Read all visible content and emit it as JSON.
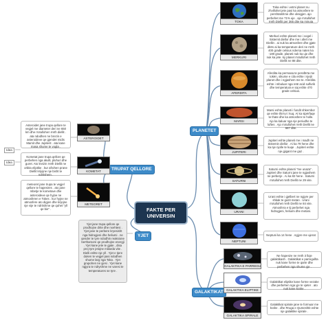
{
  "center": {
    "line1": "FAKTE PER",
    "line2": "UNIVERSIN"
  },
  "categories": {
    "planetet": "PLANETET",
    "trupat": "TRUPAT QELLORE",
    "yjet": "YJET",
    "galaktikat": "GALAKTIKAT"
  },
  "planets": [
    {
      "name": "TOKA",
      "text": "Toka eshte i vetmi planet nu zhvillohet jete pasi ka atmosfere te pershtatshme dhe oksigjen. ajo perbehet me 71% uje . ajo rrotullohet rreth Diellit per 365 dite 6a minuta",
      "color": "#2f6fc0"
    },
    {
      "name": "MERKURI",
      "text": "Merkuri eshte planeti me i vogel i Sistemit diellor dhe me i afert me Diellin . ai nuk ka atmosfere dhe gjate ditës ai ka temperature deri ne rreth 400 gradë celsius ndersa naten ka -180 grade. planeti nuk ka uje dhe nuk ka jete. ky planet rrotullohet rreth Diellit ne 88 dite.",
      "color": "#b5a48a"
    },
    {
      "name": "AFERDITA",
      "text": "Aferdita ka permasa te perafërta me tokën, sikurse e cila eshte i njejti planet dhe i ngjashem me te. Aferdita eshte i mbuluar nga retë acid sulfurik dhe temperatura e saj eshte 470 grade celsius.",
      "color": "#d98a2b"
    },
    {
      "name": "MARSI",
      "text": "Marsi eshte planeti i fundit shkembor qe eshte thirrur i kuq. Ai ka sipërfaqe te thate dhe ka atmosfere te holle. Ajo ka kaluar nga nje periudhe te luftes . Ajo rrotullohet rreth Diellit ne 687 dite.",
      "color": "#c0542e"
    },
    {
      "name": "JUPITERI",
      "text": "Jupiteri eshte planeti me i madh ne Sistemin diellor . Ai ka 79 hene dhe ka nje njolle te kuqe . Jupiteri eshte nje gjigant me gaz .",
      "color": "#c9a57a"
    },
    {
      "name": "SATURNI",
      "text": "Saturni eshte planeti \"me unaza\" . Jupiteri dhe Saturni jane te ngjashem ne perberje . Ai ka 82 hene . Saturni rrotullohet rreth Diellit ne 29 vite.",
      "color": "#d7c28c"
    },
    {
      "name": "URANI",
      "text": "Urani eshte i gjelbert ne ngjyre per shkak te gazit metan . Urani rrotullohet rreth Diellit ne 84 vite. Atmosfera e tij perbehet nga hidrogjeni, heliumi dhe metani.",
      "color": "#8fd1d6"
    },
    {
      "name": "NEPTUNI",
      "text": "Neptuni ka 14 hene . ngjyre me ujerat",
      "color": "#3d6fe0"
    }
  ],
  "trupat": [
    {
      "name": "ASTEROIDET",
      "text": "Asteroidet jane trupa qellore te vegjel me diameter deri ne 650 km dhe rrotullohen rreth diellit . ata ndodhen ne brezin e asteroideve qe gjendet midis Marsit dhe Jupiterit . ata kane masa shume te vogla .",
      "tag": "Idea"
    },
    {
      "name": "KOMETAT",
      "text": "Kometat jane trupa qellore qe perbehen nga akulli, pluhuri dhe guret. Ato levizin rreth Diellit ne orbita eliptike . kur afrohen prane Diellit krijojne nje bisht te ndritshem .",
      "tag": "Idea"
    },
    {
      "name": "METEORET",
      "text": "meteoret jane trupa te vegjel qellore te hapesires . ato jane mbetje te kometave dhe asteroideve qe hyjne ne atmosferen e Tokes . kur hyjne ne atmosfere ato digjen dhe krijojne nje vije te ndritshme qe quhet \"yll qe bie\" .",
      "tag": ""
    }
  ],
  "yjet": {
    "text": "Yjet jane trupa qellore qe prodhojne drite dhe nxehtesi . Yjet jane te perbere kryesisht nga hidrogjeni dhe heliumi . ne qender te tyre ndodhin reaksione berthamore qe prodhojne energji . Yjet kane jete te gjate , disa prej tyre jetojne miliarda vite . Dielli eshte nje yll . Yjet e tjere duken te vegjel pasi ndodhen shume larg nga Toka . Yjet grupohen ne yjesi . Yjet kane ngjyra te ndryshme ne varesi te temperatures se tyre ."
  },
  "galaktikat": [
    {
      "name": "GALAKTIKA E PARREGULLT",
      "text": "Ne hapesire ne rreth 3 lloje galaktikash . Galaktikat e parregullta nuk kane forme te qarte dhe perbehen nga shume yje ."
    },
    {
      "name": "GALAKTIKA ELIPTIKE",
      "text": "Galaktikat eliptike kane forme vezake dhe perbehen nga yje te vjeter . ato nuk kane krahe ."
    },
    {
      "name": "GALAKTIKA SPIRALE",
      "text": "Galaktikat spirale jane te formuar me krahe . dhe Rruga e Qumeshtit eshte nje galaktike spirale ."
    }
  ],
  "colors": {
    "branch": "#3d8bc9",
    "center": "#1d3550",
    "line": "#6b8db0"
  }
}
